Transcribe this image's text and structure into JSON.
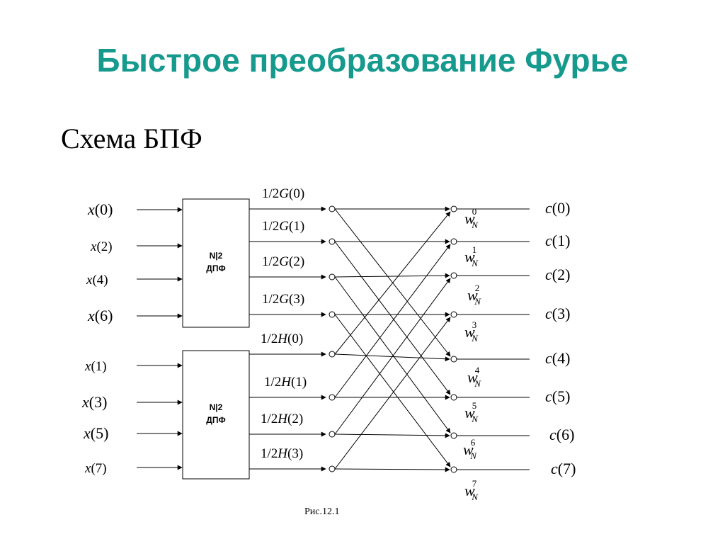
{
  "colors": {
    "title": "#179a8e",
    "text": "#000000",
    "background": "#ffffff"
  },
  "title": "Быстрое преобразование Фурье",
  "subtitle": "Схема БПФ",
  "inputs": [
    "0",
    "2",
    "4",
    "6",
    "1",
    "3",
    "5",
    "7"
  ],
  "input_symbol": "x",
  "block_label_line1": "N|2",
  "block_label_line2": "ДПФ",
  "half_prefix": "1/2",
  "half_labels": [
    {
      "sym": "G",
      "idx": "0"
    },
    {
      "sym": "G",
      "idx": "1"
    },
    {
      "sym": "G",
      "idx": "2"
    },
    {
      "sym": "G",
      "idx": "3"
    },
    {
      "sym": "H",
      "idx": "0"
    },
    {
      "sym": "H",
      "idx": "1"
    },
    {
      "sym": "H",
      "idx": "2"
    },
    {
      "sym": "H",
      "idx": "3"
    }
  ],
  "twiddle_symbol": "w",
  "twiddle_subscript": "N",
  "twiddle_powers": [
    "0",
    "1",
    "2",
    "3",
    "4",
    "5",
    "6",
    "7"
  ],
  "output_symbol": "c",
  "outputs": [
    "0",
    "1",
    "2",
    "3",
    "4",
    "5",
    "6",
    "7"
  ],
  "caption": "Рис.12.1"
}
